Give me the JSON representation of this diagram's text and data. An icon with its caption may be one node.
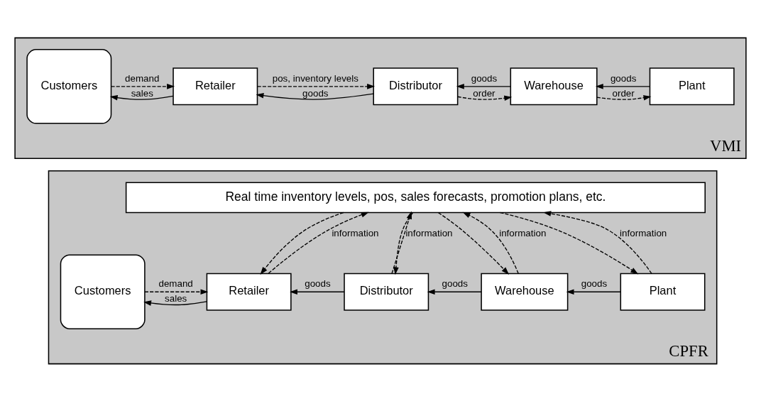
{
  "diagram": {
    "nodes": [
      {
        "text": [
          "VMI"
        ]
      },
      {
        "text": [
          "Customers"
        ],
        "in": 0
      },
      {
        "text": [
          "Retailer"
        ],
        "in": 0
      },
      {
        "text": [
          "Distributor"
        ],
        "in": 0
      },
      {
        "text": [
          "Warehouse"
        ],
        "in": 0
      },
      {
        "text": [
          "Plant"
        ],
        "in": 0
      },
      {
        "text": [
          "CPFR"
        ]
      },
      {
        "text": [
          "Real time inventory levels, pos, sales forecasts, promotion plans, etc."
        ],
        "in": 6
      },
      {
        "text": [
          "Customers"
        ],
        "in": 6
      },
      {
        "text": [
          "Retailer"
        ],
        "in": 6
      },
      {
        "text": [
          "Distributor"
        ],
        "in": 6
      },
      {
        "text": [
          "Warehouse"
        ],
        "in": 6
      },
      {
        "text": [
          "Plant"
        ],
        "in": 6
      }
    ],
    "edges": [
      {
        "from": 2,
        "to": 1,
        "arrow": "to",
        "label": "sales"
      },
      {
        "from": 1,
        "to": 2,
        "arrow": "to",
        "label": "demand",
        "style": "dashed"
      },
      {
        "from": 2,
        "to": 3,
        "arrow": "to",
        "label": "pos, inventory levels",
        "style": "dashed"
      },
      {
        "from": 3,
        "to": 2,
        "arrow": "to",
        "label": "goods"
      },
      {
        "from": 4,
        "to": 3,
        "arrow": "to",
        "label": "goods"
      },
      {
        "from": 3,
        "to": 4,
        "arrow": "to",
        "label": "order",
        "style": "dashed"
      },
      {
        "from": 5,
        "to": 4,
        "arrow": "to",
        "label": "goods"
      },
      {
        "from": 4,
        "to": 5,
        "arrow": "to",
        "label": "order",
        "style": "dashed"
      },
      {
        "from": 9,
        "to": 7,
        "arrow": "to",
        "label": "information",
        "style": "dashed"
      },
      {
        "from": 7,
        "to": 9,
        "arrow": "to",
        "style": "dashed"
      },
      {
        "from": 10,
        "to": 7,
        "arrow": "to",
        "label": "information",
        "style": "dashed"
      },
      {
        "from": 7,
        "to": 10,
        "arrow": "to",
        "style": "dashed"
      },
      {
        "from": 11,
        "to": 7,
        "arrow": "to",
        "label": "information",
        "style": "dashed"
      },
      {
        "from": 7,
        "to": 11,
        "arrow": "to",
        "style": "dashed"
      },
      {
        "from": 12,
        "to": 7,
        "arrow": "to",
        "label": "information",
        "style": "dashed"
      },
      {
        "from": 7,
        "to": 12,
        "arrow": "to",
        "style": "dashed"
      },
      {
        "from": 9,
        "to": 8,
        "arrow": "to",
        "label": "sales"
      },
      {
        "from": 8,
        "to": 9,
        "arrow": "to",
        "label": "demand",
        "style": "dashed"
      },
      {
        "from": 10,
        "to": 9,
        "arrow": "to",
        "label": "goods"
      },
      {
        "from": 11,
        "to": 10,
        "arrow": "to",
        "label": "goods"
      },
      {
        "from": 12,
        "to": 11,
        "arrow": "to",
        "label": "goods"
      }
    ]
  }
}
